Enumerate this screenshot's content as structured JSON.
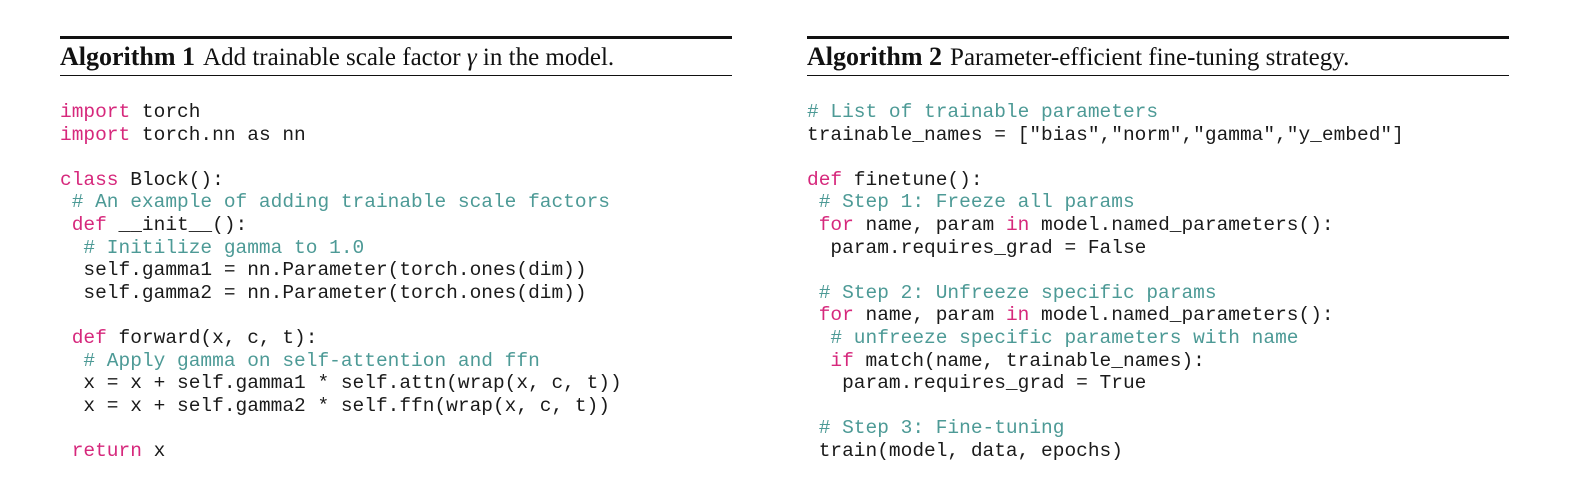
{
  "colors": {
    "keyword": "#d6287c",
    "comment": "#4d9a96",
    "text": "#1a1a1a",
    "rule": "#111111"
  },
  "algorithms": [
    {
      "label": "Algorithm 1",
      "caption_pre": "Add trainable scale factor",
      "caption_symbol": "γ",
      "caption_post": "in the model.",
      "lines": [
        [
          {
            "t": "kw",
            "s": "import"
          },
          {
            "t": "tx",
            "s": " torch"
          }
        ],
        [
          {
            "t": "kw",
            "s": "import"
          },
          {
            "t": "tx",
            "s": " torch.nn as nn"
          }
        ],
        [],
        [
          {
            "t": "kw",
            "s": "class"
          },
          {
            "t": "tx",
            "s": " Block():"
          }
        ],
        [
          {
            "t": "tx",
            "s": " "
          },
          {
            "t": "cm",
            "s": "# An example of adding trainable scale factors"
          }
        ],
        [
          {
            "t": "tx",
            "s": " "
          },
          {
            "t": "kw",
            "s": "def"
          },
          {
            "t": "tx",
            "s": " __init__():"
          }
        ],
        [
          {
            "t": "tx",
            "s": "  "
          },
          {
            "t": "cm",
            "s": "# Initilize gamma to 1.0"
          }
        ],
        [
          {
            "t": "tx",
            "s": "  self.gamma1 = nn.Parameter(torch.ones(dim))"
          }
        ],
        [
          {
            "t": "tx",
            "s": "  self.gamma2 = nn.Parameter(torch.ones(dim))"
          }
        ],
        [],
        [
          {
            "t": "tx",
            "s": " "
          },
          {
            "t": "kw",
            "s": "def"
          },
          {
            "t": "tx",
            "s": " forward(x, c, t):"
          }
        ],
        [
          {
            "t": "tx",
            "s": "  "
          },
          {
            "t": "cm",
            "s": "# Apply gamma on self-attention and ffn"
          }
        ],
        [
          {
            "t": "tx",
            "s": "  x = x + self.gamma1 * self.attn(wrap(x, c, t))"
          }
        ],
        [
          {
            "t": "tx",
            "s": "  x = x + self.gamma2 * self.ffn(wrap(x, c, t))"
          }
        ],
        [],
        [
          {
            "t": "tx",
            "s": " "
          },
          {
            "t": "kw",
            "s": "return"
          },
          {
            "t": "tx",
            "s": " x"
          }
        ]
      ]
    },
    {
      "label": "Algorithm 2",
      "caption_pre": "Parameter-efficient fine-tuning strategy.",
      "caption_symbol": "",
      "caption_post": "",
      "lines": [
        [
          {
            "t": "cm",
            "s": "# List of trainable parameters"
          }
        ],
        [
          {
            "t": "tx",
            "s": "trainable_names = [\"bias\",\"norm\",\"gamma\",\"y_embed\"]"
          }
        ],
        [],
        [
          {
            "t": "kw",
            "s": "def"
          },
          {
            "t": "tx",
            "s": " finetune():"
          }
        ],
        [
          {
            "t": "tx",
            "s": " "
          },
          {
            "t": "cm",
            "s": "# Step 1: Freeze all params"
          }
        ],
        [
          {
            "t": "tx",
            "s": " "
          },
          {
            "t": "kw",
            "s": "for"
          },
          {
            "t": "tx",
            "s": " name, param "
          },
          {
            "t": "kw",
            "s": "in"
          },
          {
            "t": "tx",
            "s": " model.named_parameters():"
          }
        ],
        [
          {
            "t": "tx",
            "s": "  param.requires_grad = False"
          }
        ],
        [],
        [
          {
            "t": "tx",
            "s": " "
          },
          {
            "t": "cm",
            "s": "# Step 2: Unfreeze specific params"
          }
        ],
        [
          {
            "t": "tx",
            "s": " "
          },
          {
            "t": "kw",
            "s": "for"
          },
          {
            "t": "tx",
            "s": " name, param "
          },
          {
            "t": "kw",
            "s": "in"
          },
          {
            "t": "tx",
            "s": " model.named_parameters():"
          }
        ],
        [
          {
            "t": "tx",
            "s": "  "
          },
          {
            "t": "cm",
            "s": "# unfreeze specific parameters with name"
          }
        ],
        [
          {
            "t": "tx",
            "s": "  "
          },
          {
            "t": "kw",
            "s": "if"
          },
          {
            "t": "tx",
            "s": " match(name, trainable_names):"
          }
        ],
        [
          {
            "t": "tx",
            "s": "   param.requires_grad = True"
          }
        ],
        [],
        [
          {
            "t": "tx",
            "s": " "
          },
          {
            "t": "cm",
            "s": "# Step 3: Fine-tuning"
          }
        ],
        [
          {
            "t": "tx",
            "s": " train(model, data, epochs)"
          }
        ]
      ]
    }
  ]
}
